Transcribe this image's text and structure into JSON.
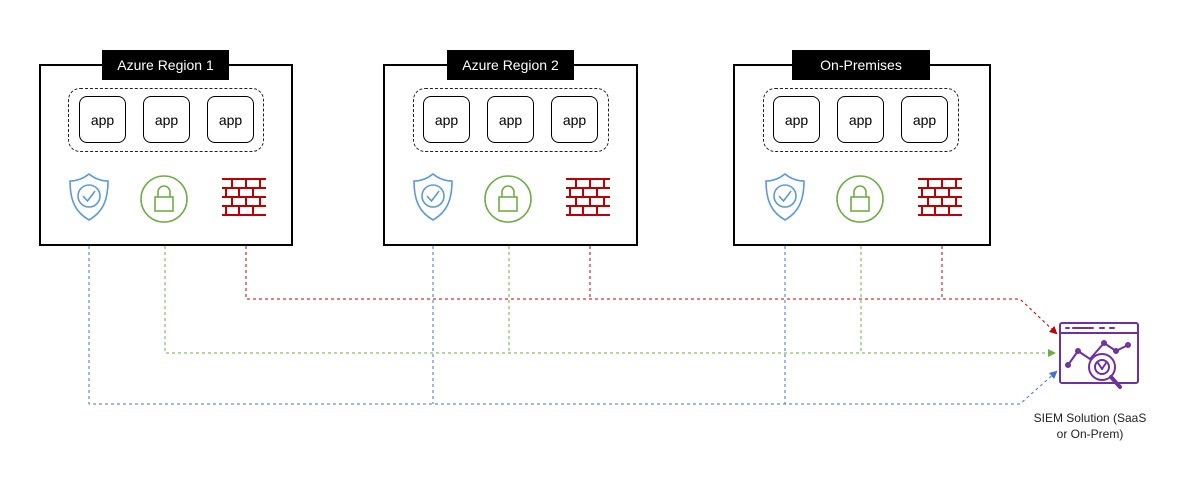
{
  "regions": [
    {
      "title": "Azure Region 1",
      "apps": [
        "app",
        "app",
        "app"
      ]
    },
    {
      "title": "Azure Region 2",
      "apps": [
        "app",
        "app",
        "app"
      ]
    },
    {
      "title": "On-Premises",
      "apps": [
        "app",
        "app",
        "app"
      ]
    }
  ],
  "siem": {
    "label_line1": "SIEM Solution (SaaS",
    "label_line2": "or On-Prem)"
  },
  "colors": {
    "shield": "#5b9bd5",
    "lock": "#70ad47",
    "firewall": "#c00000",
    "siem": "#7030a0",
    "stroke": "#000000"
  },
  "icons": [
    "shield-check-icon",
    "padlock-icon",
    "brick-firewall-icon",
    "siem-analytics-icon"
  ]
}
